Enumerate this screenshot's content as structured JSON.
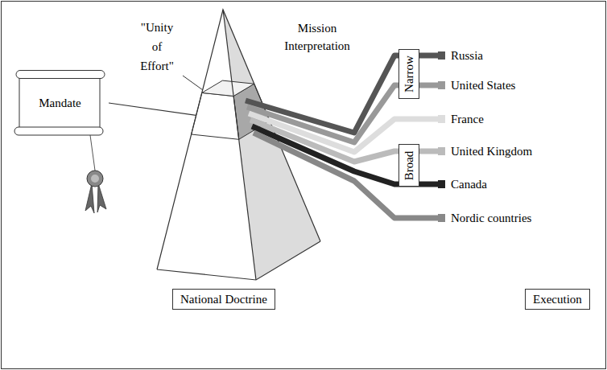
{
  "diagram": {
    "nodes": [
      {
        "text": [
          "Mandate"
        ]
      },
      {
        "text": [
          "Narrow"
        ]
      },
      {
        "text": [
          "Broad"
        ]
      },
      {
        "text": [
          "National Doctrine"
        ]
      },
      {
        "text": [
          "Execution"
        ]
      }
    ],
    "labels": [
      "\"Unity of Effort\"",
      "Mission Interpretation",
      "Russia",
      "United States",
      "France",
      "United Kingdom",
      "Canada",
      "Nordic countries"
    ]
  }
}
